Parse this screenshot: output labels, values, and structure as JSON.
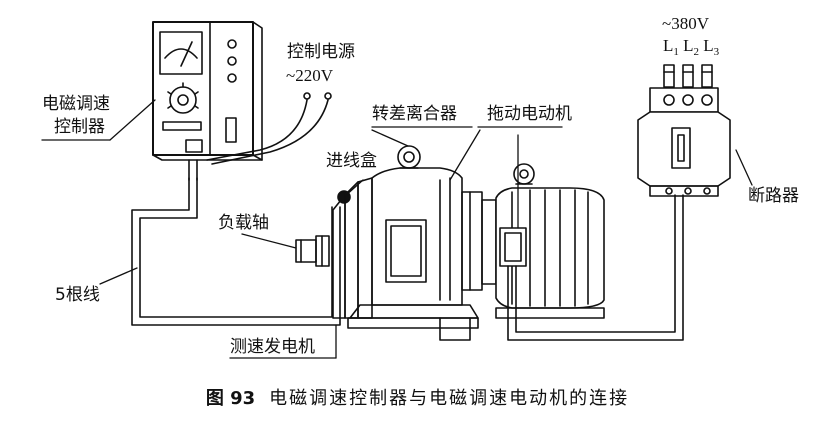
{
  "labels": {
    "controller_line1": "电磁调速",
    "controller_line2": "控制器",
    "power_control": "控制电源",
    "power_voltage": "~220V",
    "slip_clutch": "转差离合器",
    "drive_motor": "拖动电动机",
    "junction_box": "进线盒",
    "load_shaft": "负载轴",
    "five_wires": "5根线",
    "tacho_generator": "测速发电机",
    "supply_voltage": "~380V",
    "phase_l1": "L",
    "phase_l1_sub": "1",
    "phase_l2": "L",
    "phase_l2_sub": "2",
    "phase_l3": "L",
    "phase_l3_sub": "3",
    "breaker": "断路器"
  },
  "caption": {
    "number": "图 93",
    "text": "电磁调速控制器与电磁调速电动机的连接"
  }
}
